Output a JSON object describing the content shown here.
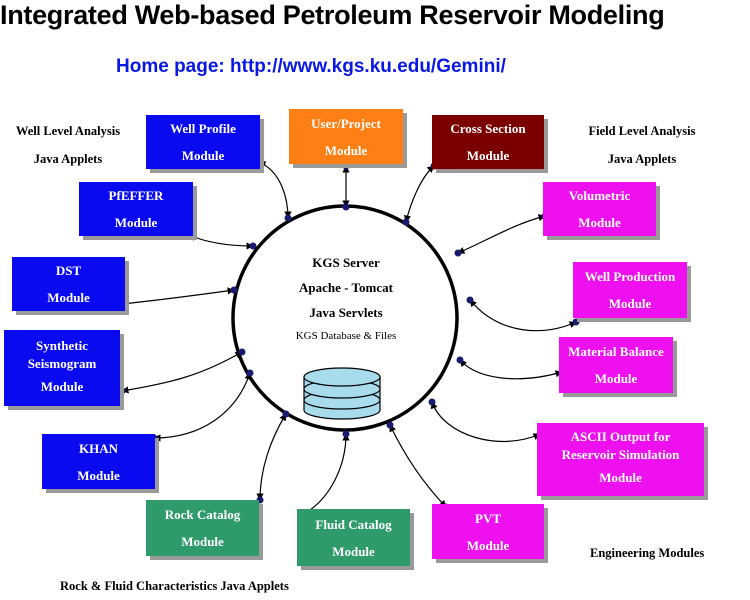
{
  "title": "Integrated Web-based Petroleum Reservoir Modeling",
  "home_page": "Home page: http://www.kgs.ku.edu/Gemini/",
  "notes": {
    "well_level": [
      "Well Level Analysis",
      "Java Applets"
    ],
    "field_level": [
      "Field Level Analysis",
      "Java Applets"
    ],
    "engineering": "Engineering Modules",
    "rock_fluid": "Rock & Fluid Characteristics Java Applets"
  },
  "server": {
    "line1": "KGS Server",
    "line2": "Apache - Tomcat",
    "line3": "Java Servlets",
    "line4": "KGS Database & Files"
  },
  "modules": {
    "well_profile": [
      "Well Profile",
      "Module"
    ],
    "user_project": [
      "User/Project",
      "Module"
    ],
    "cross_section": [
      "Cross Section",
      "Module"
    ],
    "pfeffer": [
      "PfEFFER",
      "Module"
    ],
    "volumetric": [
      "Volumetric",
      "Module"
    ],
    "dst": [
      "DST",
      "Module"
    ],
    "well_production": [
      "Well Production",
      "Module"
    ],
    "synthetic_seismogram": [
      "Synthetic",
      "Seismogram",
      "Module"
    ],
    "material_balance": [
      "Material Balance",
      "Module"
    ],
    "khan": [
      "KHAN",
      "Module"
    ],
    "ascii_output": [
      "ASCII Output for",
      "Reservoir Simulation",
      "Module"
    ],
    "rock_catalog": [
      "Rock Catalog",
      "Module"
    ],
    "fluid_catalog": [
      "Fluid Catalog",
      "Module"
    ],
    "pvt": [
      "PVT",
      "Module"
    ]
  },
  "colors": {
    "java_applet_box": "#0a0af0",
    "engineering_box": "#ee10ee",
    "user_project_box": "#ff7f14",
    "cross_section_box": "#7a0000",
    "catalog_box": "#2f9a6a",
    "home_link": "#0a18e6",
    "connector": "#000000",
    "endpoint_dot": "#1a1a6e"
  },
  "icons": {
    "database": "database-cylinder-icon"
  }
}
